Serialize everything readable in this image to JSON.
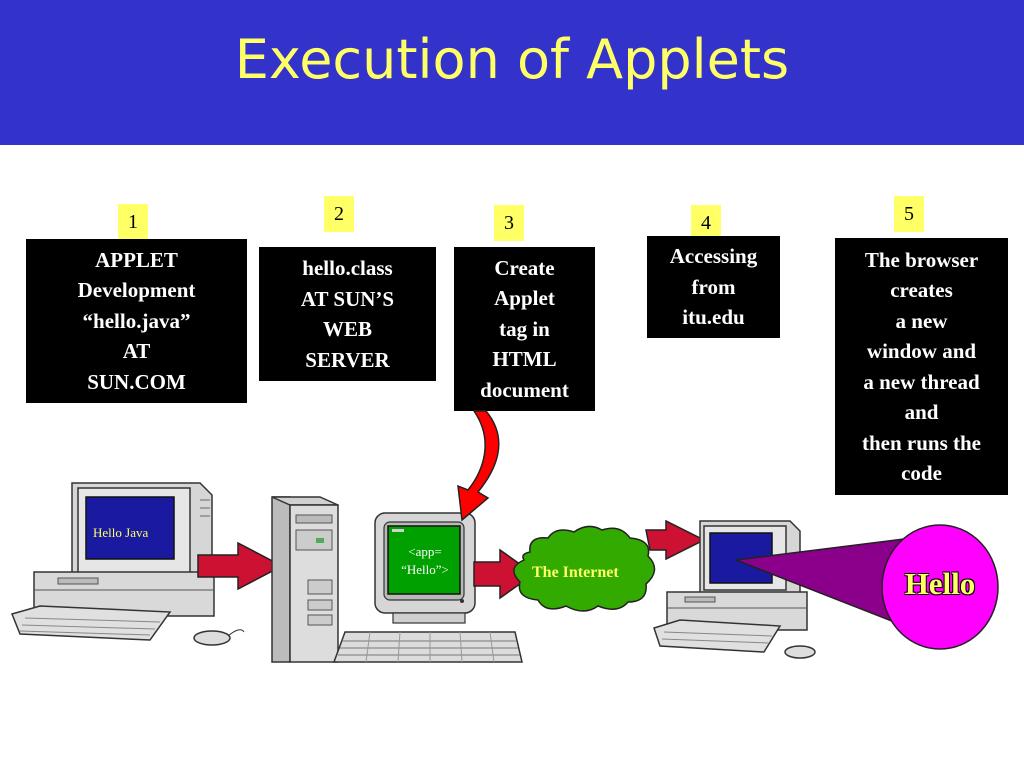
{
  "title": "Execution of Applets",
  "steps": [
    {
      "number": "1",
      "text": "APPLET\nDevelopment\n“hello.java”\nAT\nSUN.COM"
    },
    {
      "number": "2",
      "text": "hello.class\nAT SUN’S\nWEB\nSERVER"
    },
    {
      "number": "3",
      "text": "Create\nApplet\ntag in\nHTML\ndocument"
    },
    {
      "number": "4",
      "text": "Accessing\nfrom\nitu.edu"
    },
    {
      "number": "5",
      "text": "The browser\ncreates\na new\nwindow and\na new thread\nand\nthen runs the\ncode"
    }
  ],
  "illustration": {
    "dev_screen_text": "Hello Java",
    "server_screen_text": "<app=\n“Hello”>",
    "cloud_label": "The Internet",
    "output_label": "Hello"
  },
  "colors": {
    "header": "#3333cc",
    "title": "#ffff66",
    "step_number_bg": "#ffff66",
    "arrow": "#cc1133",
    "cloud": "#33aa00",
    "output_circle": "#ff00ff",
    "beam": "#8a008a"
  }
}
